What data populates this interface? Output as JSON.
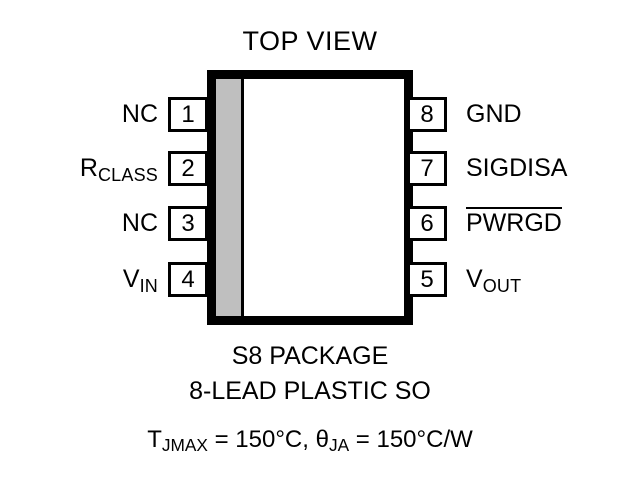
{
  "diagram": {
    "title": "TOP VIEW",
    "package_caption_line1": "S8 PACKAGE",
    "package_caption_line2": "8-LEAD PLASTIC SO",
    "colors": {
      "outline": "#000000",
      "marker_bar": "#BFBFBF",
      "background": "#FFFFFF"
    },
    "thermal": {
      "tjmax_symbol": "T",
      "tjmax_subscript": "JMAX",
      "tjmax_value": " = 150°C, ",
      "theta_symbol": "θ",
      "theta_subscript": "JA",
      "theta_value": " = 150°C/W",
      "full_text": "TJMAX = 150°C, θJA = 150°C/W"
    },
    "pins_left": [
      {
        "number": "1",
        "label": "NC",
        "subscript": "",
        "overline": false
      },
      {
        "number": "2",
        "label": "R",
        "subscript": "CLASS",
        "overline": false
      },
      {
        "number": "3",
        "label": "NC",
        "subscript": "",
        "overline": false
      },
      {
        "number": "4",
        "label": "V",
        "subscript": "IN",
        "overline": false
      }
    ],
    "pins_right": [
      {
        "number": "8",
        "label": "GND",
        "subscript": "",
        "overline": false
      },
      {
        "number": "7",
        "label": "SIGDISA",
        "subscript": "",
        "overline": false
      },
      {
        "number": "6",
        "label": "PWRGD",
        "subscript": "",
        "overline": true
      },
      {
        "number": "5",
        "label": "V",
        "subscript": "OUT",
        "overline": false
      }
    ]
  }
}
